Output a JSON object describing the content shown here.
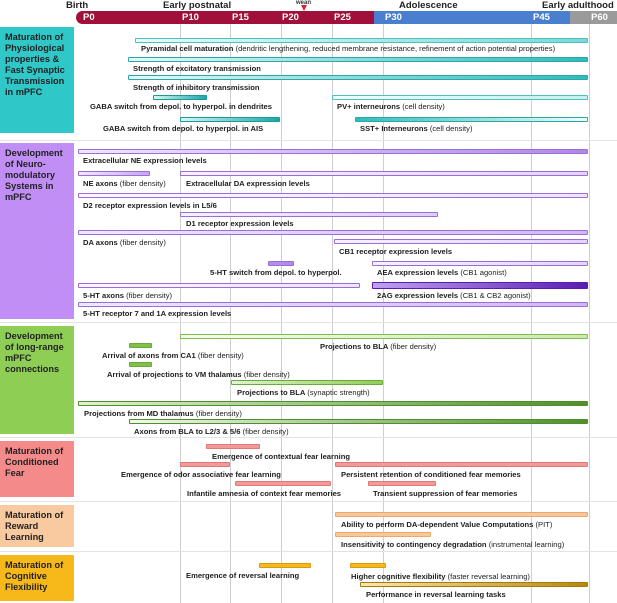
{
  "header": {
    "stages": [
      {
        "label": "Birth"
      },
      {
        "label": "Early postnatal"
      },
      {
        "label": "Adolescence"
      },
      {
        "label": "Early adulthood"
      }
    ],
    "wean": {
      "label": "wean",
      "color": "#d22222"
    },
    "ages": [
      "P0",
      "P10",
      "P15",
      "P20",
      "P25",
      "P30",
      "P45",
      "P60"
    ],
    "age_bar_colors": {
      "early": "#a0103a",
      "adolescence": "#4a7fd0",
      "adulthood": "#9a9a9a"
    }
  },
  "sections": [
    {
      "title": "Maturation of Physiological properties & Fast Synaptic Transmission in mPFC",
      "color": "#2fc7c7",
      "items": [
        {
          "label": "Pyramidal cell maturation",
          "note": "(dendritic lengthening, reduced membrane resistance, refinement of action potential properties)"
        },
        {
          "label": "Strength of excitatory transmission",
          "note": ""
        },
        {
          "label": "Strength of inhibitory transmission",
          "note": ""
        },
        {
          "label": "GABA switch from depol. to hyperpol. in dendrites",
          "note": ""
        },
        {
          "label": "PV+ interneurons",
          "note": "(cell density)"
        },
        {
          "label": "GABA switch from depol. to hyperpol. in AIS",
          "note": ""
        },
        {
          "label": "SST+ Interneurons",
          "note": "(cell density)"
        }
      ]
    },
    {
      "title": "Development of Neuro-modulatory Systems in mPFC",
      "color": "#c08ef5",
      "items": [
        {
          "label": "Extracellular NE expression levels",
          "note": ""
        },
        {
          "label": "NE axons",
          "note": "(fiber density)"
        },
        {
          "label": "Extracellular DA expression levels",
          "note": ""
        },
        {
          "label": "D2 receptor expression levels in L5/6",
          "note": ""
        },
        {
          "label": "D1 receptor expression levels",
          "note": ""
        },
        {
          "label": "DA axons",
          "note": "(fiber density)"
        },
        {
          "label": "CB1 receptor expression levels",
          "note": ""
        },
        {
          "label": "5-HT switch from depol. to hyperpol.",
          "note": ""
        },
        {
          "label": "AEA expression levels",
          "note": "(CB1 agonist)"
        },
        {
          "label": "5-HT axons",
          "note": "(fiber density)"
        },
        {
          "label": "2AG expression levels",
          "note": "(CB1 & CB2 agonist)"
        },
        {
          "label": "5-HT receptor 7 and 1A expression levels",
          "note": ""
        }
      ]
    },
    {
      "title": "Development of long-range mPFC connections",
      "color": "#8fce55",
      "items": [
        {
          "label": "Projections to BLA",
          "note": "(fiber density)"
        },
        {
          "label": "Arrival of axons from CA1",
          "note": "(fiber density)"
        },
        {
          "label": "Arrival of projections to VM thalamus",
          "note": "(fiber density)"
        },
        {
          "label": "Projections to BLA",
          "note": "(synaptic strength)"
        },
        {
          "label": "Projections from MD thalamus",
          "note": "(fiber density)"
        },
        {
          "label": "Axons from BLA  to L2/3 & 5/6",
          "note": "(fiber density)"
        }
      ]
    },
    {
      "title": "Maturation of Conditioned Fear",
      "color": "#f58a8a",
      "items": [
        {
          "label": "Emergence of contextual fear learning",
          "note": ""
        },
        {
          "label": "Emergence of odor associative fear learning",
          "note": ""
        },
        {
          "label": "Persistent retention of conditioned fear memories",
          "note": ""
        },
        {
          "label": "Infantile amnesia of context fear memories",
          "note": ""
        },
        {
          "label": "Transient suppression of fear memories",
          "note": ""
        }
      ]
    },
    {
      "title": "Maturation of Reward Learning",
      "color": "#f9c9a0",
      "items": [
        {
          "label": "Ability to perform DA-dependent Value Computations",
          "note": "(PIT)"
        },
        {
          "label": "Insensitivity to contingency degradation",
          "note": "(instrumental learning)"
        }
      ]
    },
    {
      "title": "Maturation of Cognitive Flexibility",
      "color": "#f7b91a",
      "items": [
        {
          "label": "Emergence of reversal learning",
          "note": ""
        },
        {
          "label": "Higher cognitive flexibility",
          "note": "(faster reversal learning)"
        },
        {
          "label": "Performance in reversal learning tasks",
          "note": ""
        }
      ]
    }
  ]
}
